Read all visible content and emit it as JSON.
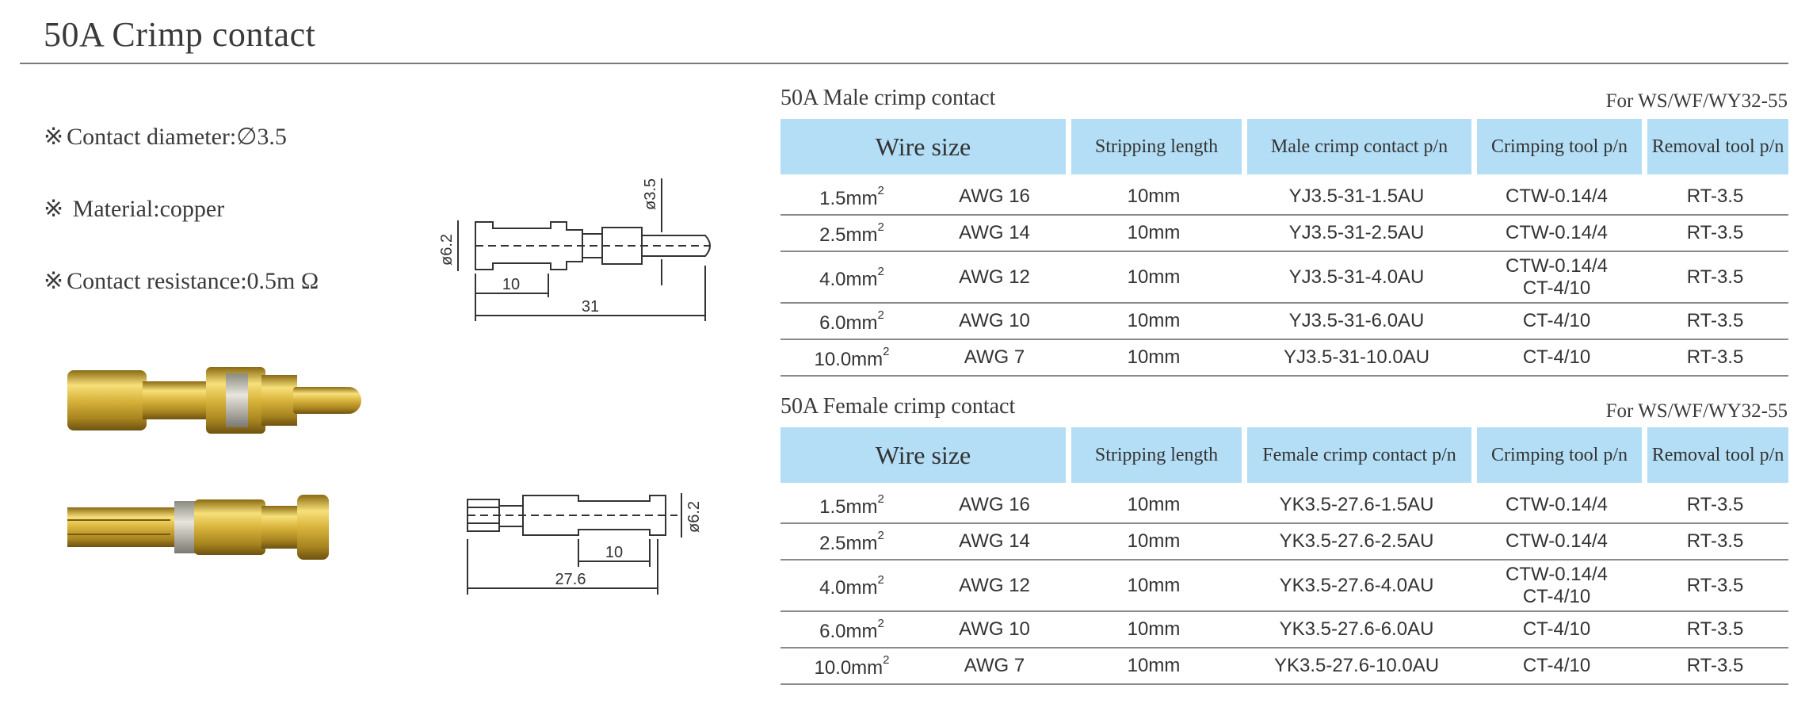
{
  "page": {
    "title": "50A Crimp contact"
  },
  "specs": [
    {
      "mark": "※",
      "text": "Contact diameter:∅3.5"
    },
    {
      "mark": "※",
      "text": " Material:copper"
    },
    {
      "mark": "※",
      "text": "Contact resistance:0.5m Ω"
    }
  ],
  "drawings": {
    "male": {
      "diameter_body": "ø6.2",
      "diameter_pin": "ø3.5",
      "strip_length": "10",
      "total_length": "31"
    },
    "female": {
      "diameter_body": "ø6.2",
      "strip_length": "10",
      "total_length": "27.6"
    }
  },
  "male_table": {
    "title": "50A Male crimp contact",
    "note": "For WS/WF/WY32-55",
    "headers": [
      "Wire size",
      "Stripping  length",
      "Male crimp contact p/n",
      "Crimping tool p/n",
      "Removal tool p/n"
    ],
    "rows": [
      {
        "mm": "1.5mm",
        "sup": "2",
        "awg": "AWG 16",
        "strip": "10mm",
        "pn": "YJ3.5-31-1.5AU",
        "tool1": "CTW-0.14/4",
        "tool2": "",
        "removal": "RT-3.5"
      },
      {
        "mm": "2.5mm",
        "sup": "2",
        "awg": "AWG 14",
        "strip": "10mm",
        "pn": "YJ3.5-31-2.5AU",
        "tool1": "CTW-0.14/4",
        "tool2": "",
        "removal": "RT-3.5"
      },
      {
        "mm": "4.0mm",
        "sup": "2",
        "awg": "AWG 12",
        "strip": "10mm",
        "pn": "YJ3.5-31-4.0AU",
        "tool1": "CTW-0.14/4",
        "tool2": "CT-4/10",
        "removal": "RT-3.5"
      },
      {
        "mm": "6.0mm",
        "sup": "2",
        "awg": "AWG 10",
        "strip": "10mm",
        "pn": "YJ3.5-31-6.0AU",
        "tool1": "CT-4/10",
        "tool2": "",
        "removal": "RT-3.5"
      },
      {
        "mm": "10.0mm",
        "sup": "2",
        "awg": "AWG 7",
        "strip": "10mm",
        "pn": "YJ3.5-31-10.0AU",
        "tool1": "CT-4/10",
        "tool2": "",
        "removal": "RT-3.5"
      }
    ]
  },
  "female_table": {
    "title": "50A Female crimp contact",
    "note": "For WS/WF/WY32-55",
    "headers": [
      "Wire size",
      "Stripping  length",
      "Female crimp contact p/n",
      "Crimping tool p/n",
      "Removal tool p/n"
    ],
    "rows": [
      {
        "mm": "1.5mm",
        "sup": "2",
        "awg": "AWG 16",
        "strip": "10mm",
        "pn": "YK3.5-27.6-1.5AU",
        "tool1": "CTW-0.14/4",
        "tool2": "",
        "removal": "RT-3.5"
      },
      {
        "mm": "2.5mm",
        "sup": "2",
        "awg": "AWG 14",
        "strip": "10mm",
        "pn": "YK3.5-27.6-2.5AU",
        "tool1": "CTW-0.14/4",
        "tool2": "",
        "removal": "RT-3.5"
      },
      {
        "mm": "4.0mm",
        "sup": "2",
        "awg": "AWG 12",
        "strip": "10mm",
        "pn": "YK3.5-27.6-4.0AU",
        "tool1": "CTW-0.14/4",
        "tool2": "CT-4/10",
        "removal": "RT-3.5"
      },
      {
        "mm": "6.0mm",
        "sup": "2",
        "awg": "AWG 10",
        "strip": "10mm",
        "pn": "YK3.5-27.6-6.0AU",
        "tool1": "CT-4/10",
        "tool2": "",
        "removal": "RT-3.5"
      },
      {
        "mm": "10.0mm",
        "sup": "2",
        "awg": "AWG 7",
        "strip": "10mm",
        "pn": "YK3.5-27.6-10.0AU",
        "tool1": "CT-4/10",
        "tool2": "",
        "removal": "RT-3.5"
      }
    ]
  },
  "colors": {
    "header_bg": "#b3def5",
    "gold": "#d9b43c",
    "rule": "#7a7a7a"
  }
}
